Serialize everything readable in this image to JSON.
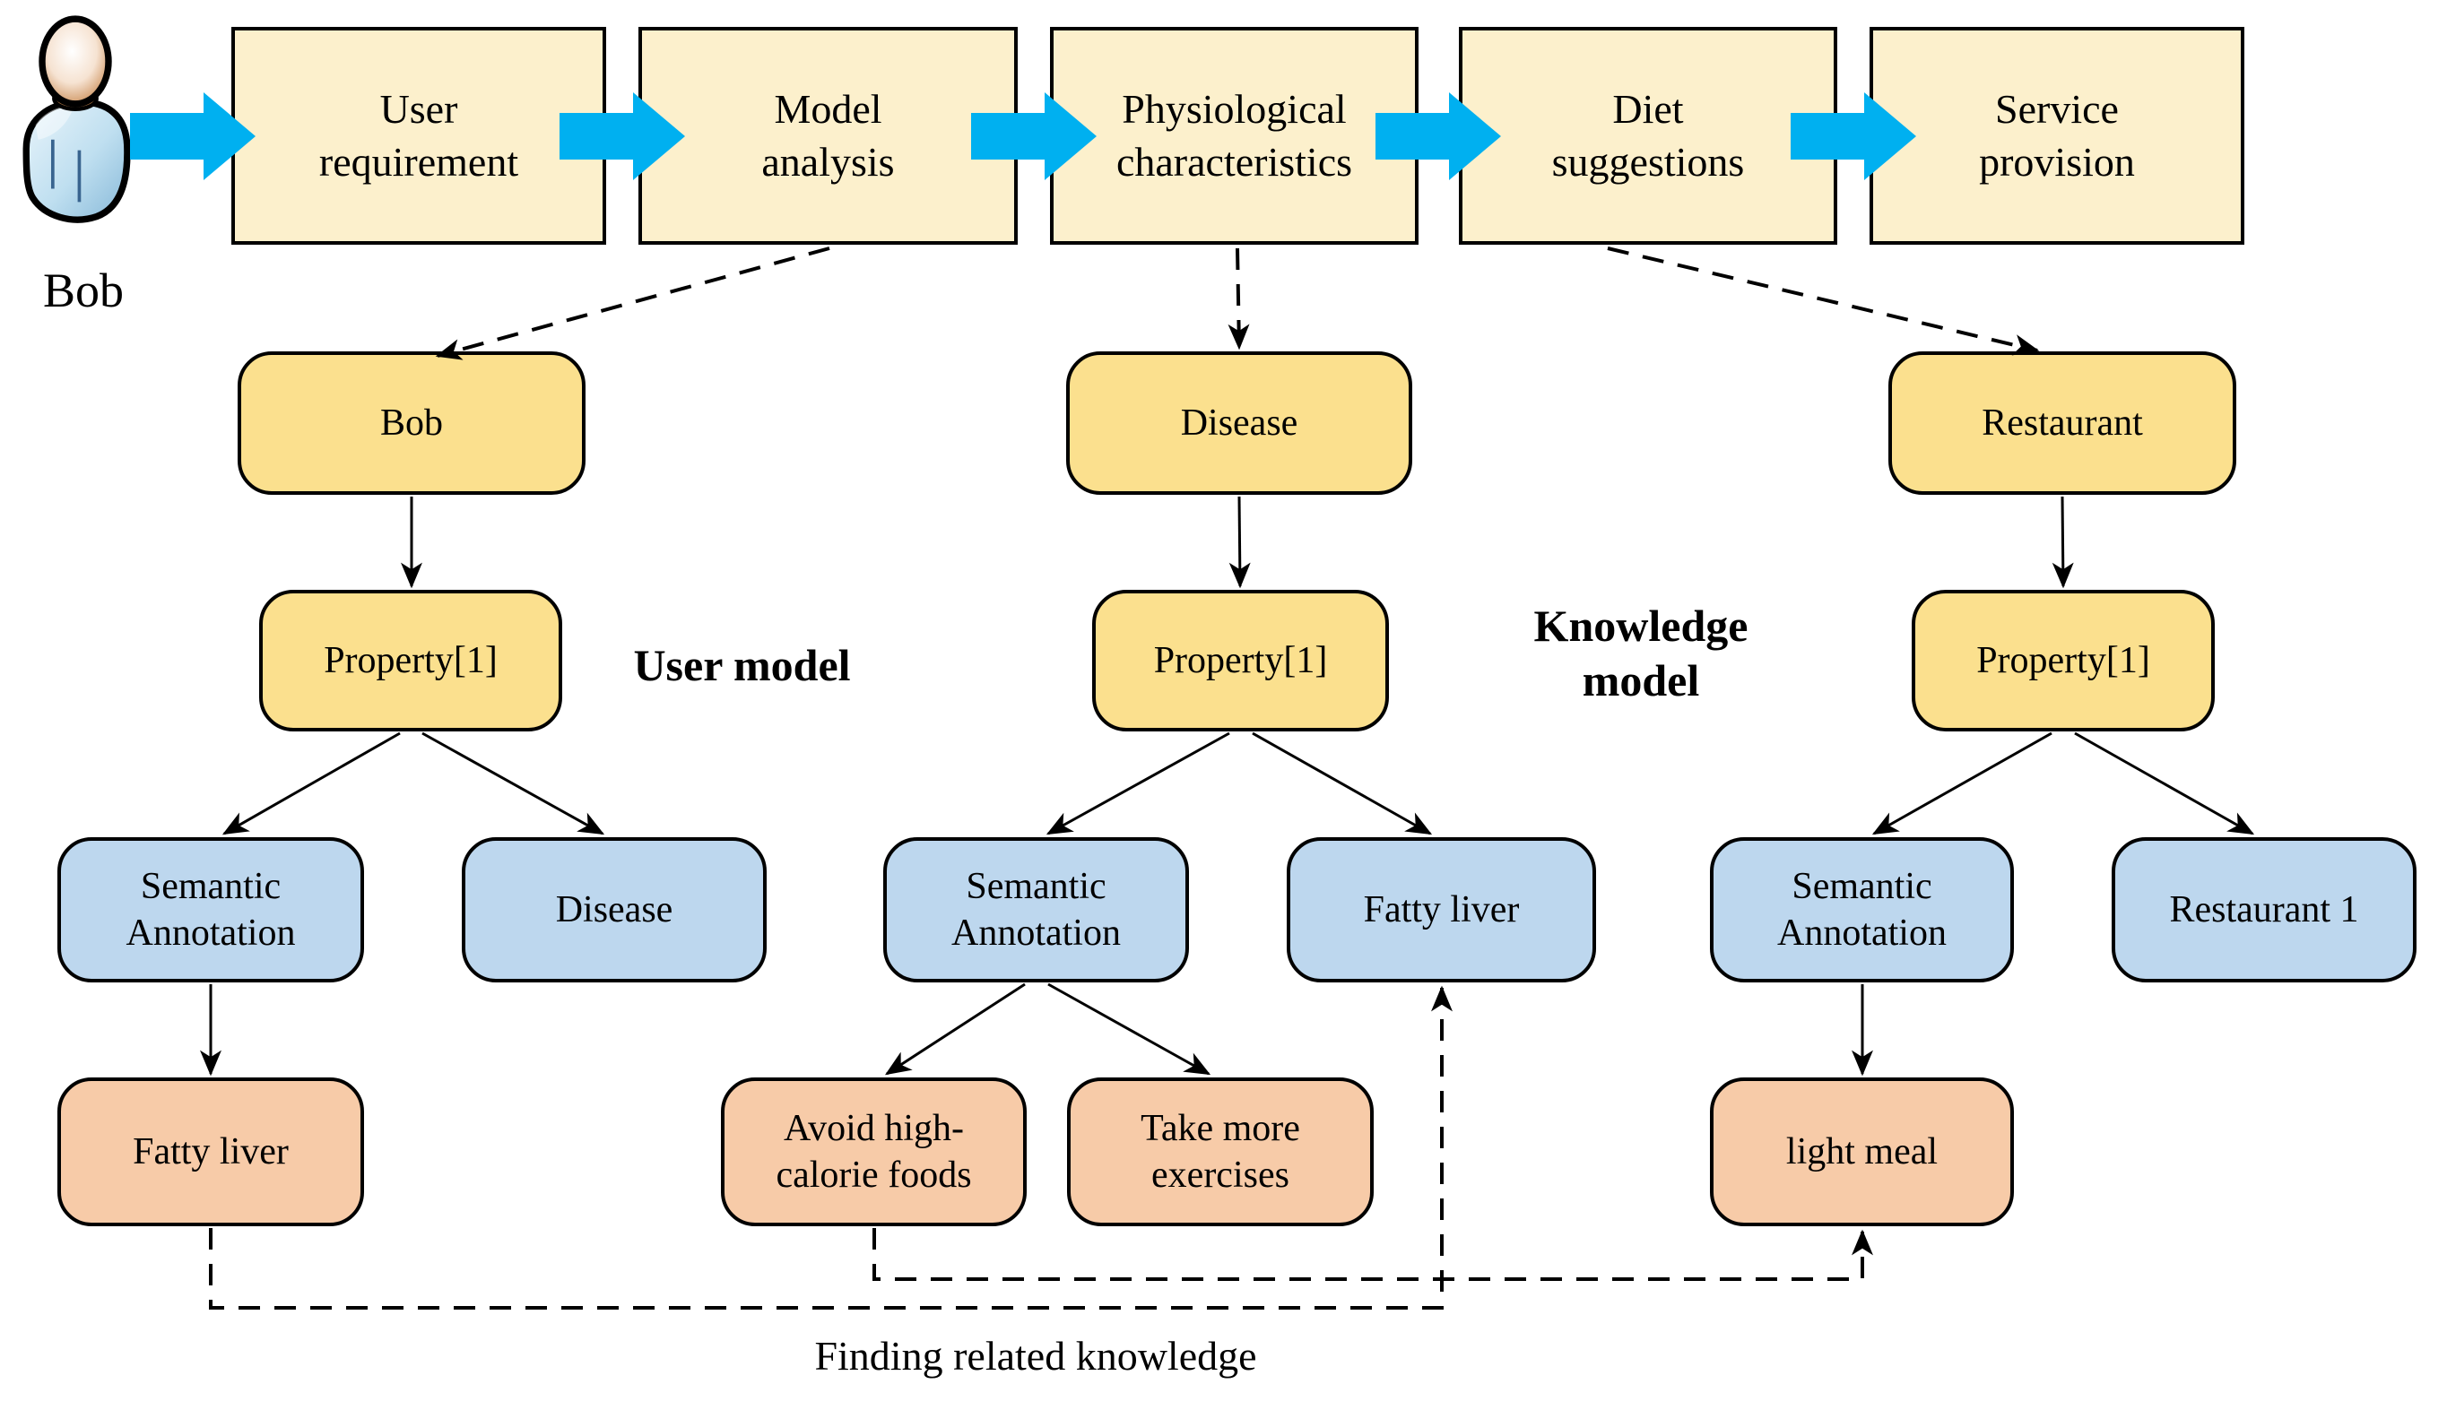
{
  "diagram": {
    "actor": {
      "name": "Bob"
    },
    "pipeline": {
      "steps": [
        {
          "label": "User\nrequirement"
        },
        {
          "label": "Model\nanalysis"
        },
        {
          "label": "Physiological\ncharacteristics"
        },
        {
          "label": "Diet\nsuggestions"
        },
        {
          "label": "Service\nprovision"
        }
      ]
    },
    "model_labels": {
      "user_model": "User model",
      "knowledge_model": "Knowledge\nmodel"
    },
    "trees": {
      "user_model": {
        "root": "Bob",
        "property": "Property[1]",
        "semantic_annotation": "Semantic\nAnnotation",
        "sibling": "Disease",
        "leaf": "Fatty liver"
      },
      "knowledge_model": {
        "root": "Disease",
        "property": "Property[1]",
        "semantic_annotation": "Semantic\nAnnotation",
        "sibling": "Fatty liver",
        "leaf_left": "Avoid high-\ncalorie foods",
        "leaf_right": "Take more\nexercises"
      },
      "service_model": {
        "root": "Restaurant",
        "property": "Property[1]",
        "semantic_annotation": "Semantic\nAnnotation",
        "sibling": "Restaurant 1",
        "leaf": "light meal"
      }
    },
    "caption": "Finding related knowledge",
    "colors": {
      "process_fill": "#FCF0CC",
      "node_yellow": "#FBE08E",
      "node_blue": "#BDD7EE",
      "node_orange": "#F7CBA8",
      "arrow_blue": "#00B0F0",
      "border": "#000000"
    }
  }
}
